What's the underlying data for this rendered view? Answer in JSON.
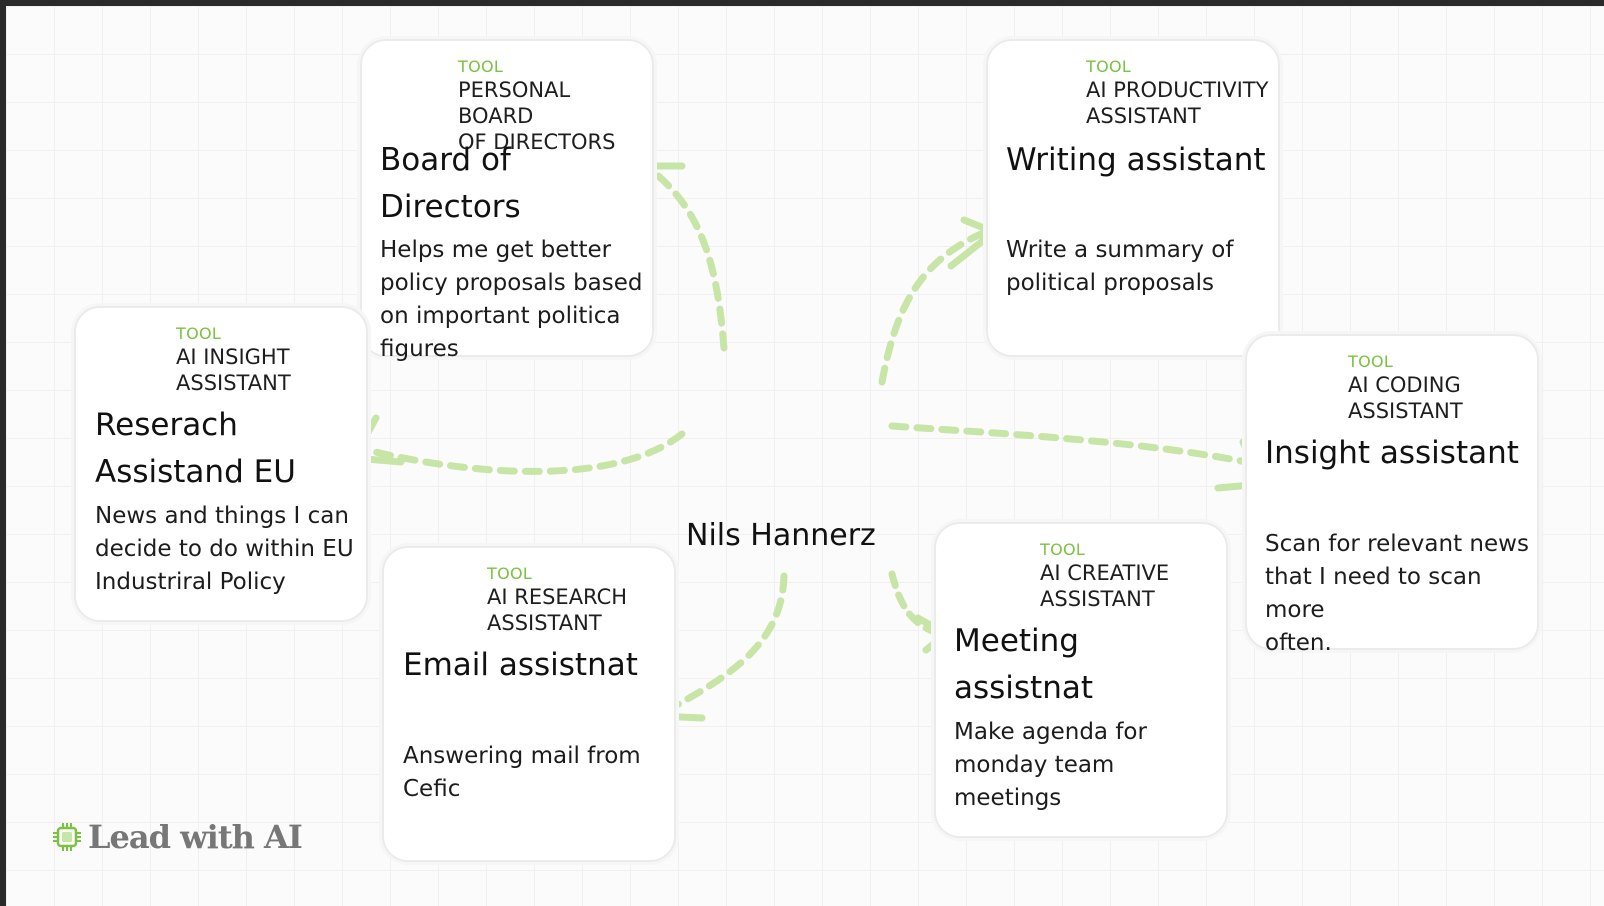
{
  "center": {
    "name": "Nils Hannerz"
  },
  "cards": {
    "board": {
      "tag": "TOOL",
      "type": "PERSONAL BOARD\nOF DIRECTORS",
      "title": "Board of\nDirectors",
      "description": "Helps me get better\npolicy proposals based\non important politica\nfigures"
    },
    "writing": {
      "tag": "TOOL",
      "type": "AI PRODUCTIVITY\nASSISTANT",
      "title": "Writing assistant",
      "description": "Write a summary of\npolitical proposals"
    },
    "research": {
      "tag": "TOOL",
      "type": "AI INSIGHT\nASSISTANT",
      "title": "Reserach\nAssistand EU",
      "description": "News and things I can\ndecide to do within EU\nIndustriral Policy"
    },
    "insight": {
      "tag": "TOOL",
      "type": "AI CODING\nASSISTANT",
      "title": "Insight assistant",
      "description": "Scan for relevant news\nthat I need to scan more\noften."
    },
    "email": {
      "tag": "TOOL",
      "type": "AI RESEARCH\nASSISTANT",
      "title": "Email assistnat",
      "description": "Answering mail from\nCefic"
    },
    "meeting": {
      "tag": "TOOL",
      "type": "AI CREATIVE\nASSISTANT",
      "title": "Meeting assistnat",
      "description": "Make agenda for\nmonday team meetings"
    }
  },
  "logo": {
    "text": "Lead with AI",
    "icon": "chip-icon"
  },
  "colors": {
    "accent": "#7bc142",
    "arrow": "#c7e5a6",
    "card_border": "#ebebeb"
  }
}
